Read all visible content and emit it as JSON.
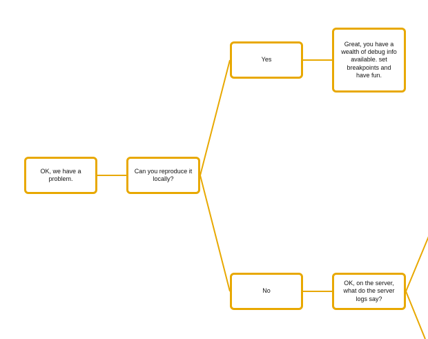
{
  "colors": {
    "accent": "#e8a800",
    "text": "#111111",
    "background": "#ffffff"
  },
  "nodes": {
    "problem": "OK, we have a problem.",
    "reproduce": "Can you reproduce it locally?",
    "yes": "Yes",
    "no": "No",
    "great": "Great, you have a wealth of debug info available. set breakpoints and have fun.",
    "server": "OK, on the server, what do the server logs say?"
  }
}
